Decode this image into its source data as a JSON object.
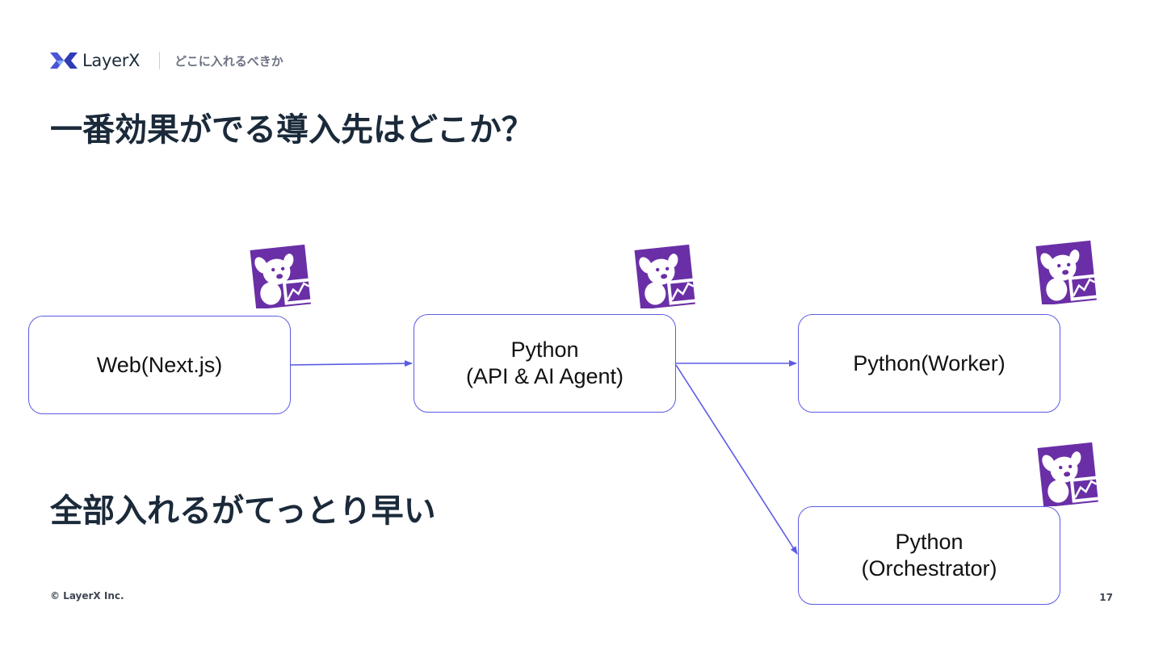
{
  "header": {
    "brand": "LayerX",
    "section": "どこに入れるべきか"
  },
  "title": "一番効果がでる導入先はどこか？",
  "subtitle": "全部入れるがてっとり早い",
  "diagram": {
    "nodes": [
      {
        "id": "web",
        "lines": [
          "Web(Next.js)"
        ]
      },
      {
        "id": "api",
        "lines": [
          "Python",
          "(API & AI Agent)"
        ]
      },
      {
        "id": "worker",
        "lines": [
          "Python(Worker)"
        ]
      },
      {
        "id": "orch",
        "lines": [
          "Python",
          "(Orchestrator)"
        ]
      }
    ],
    "edges": [
      {
        "from": "web",
        "to": "api"
      },
      {
        "from": "api",
        "to": "worker"
      },
      {
        "from": "api",
        "to": "orch"
      }
    ],
    "icon": "datadog-dog-icon",
    "colors": {
      "edge": "#5b5be6",
      "icon": "#6a2fa6"
    }
  },
  "footer": {
    "copyright": "© LayerX Inc.",
    "page": "17"
  }
}
